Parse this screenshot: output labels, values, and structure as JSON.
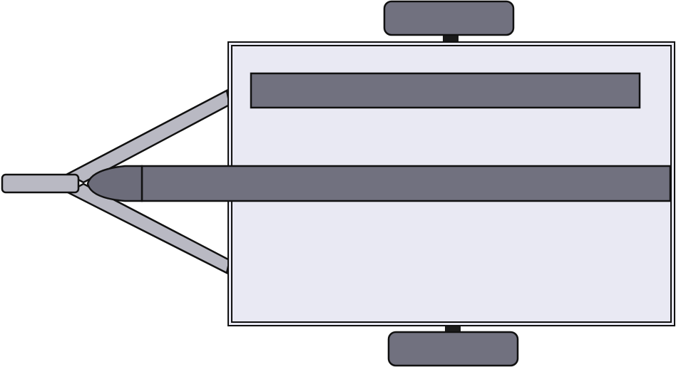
{
  "diagram": {
    "subject": "trailer-top-view",
    "colors": {
      "background": "#ffffff",
      "outline": "#111111",
      "bed_fill": "#e9e9f3",
      "frame_fill": "#b9b9c3",
      "dark_parts": "#71717f",
      "axle_stub": "#1a1a1a",
      "tongue_cone": "#6c6c7a"
    },
    "parts": [
      {
        "id": "trailer-bed",
        "kind": "rectangle",
        "style": "double-outline"
      },
      {
        "id": "bed-slat",
        "kind": "rectangle"
      },
      {
        "id": "center-beam",
        "kind": "rectangle"
      },
      {
        "id": "tongue-cone",
        "kind": "pointed-end"
      },
      {
        "id": "a-frame-upper-arm",
        "kind": "strut"
      },
      {
        "id": "a-frame-lower-arm",
        "kind": "strut"
      },
      {
        "id": "hitch-coupler",
        "kind": "rounded-rectangle"
      },
      {
        "id": "top-wheel",
        "kind": "rounded-rectangle"
      },
      {
        "id": "bottom-wheel",
        "kind": "rounded-rectangle"
      }
    ]
  }
}
